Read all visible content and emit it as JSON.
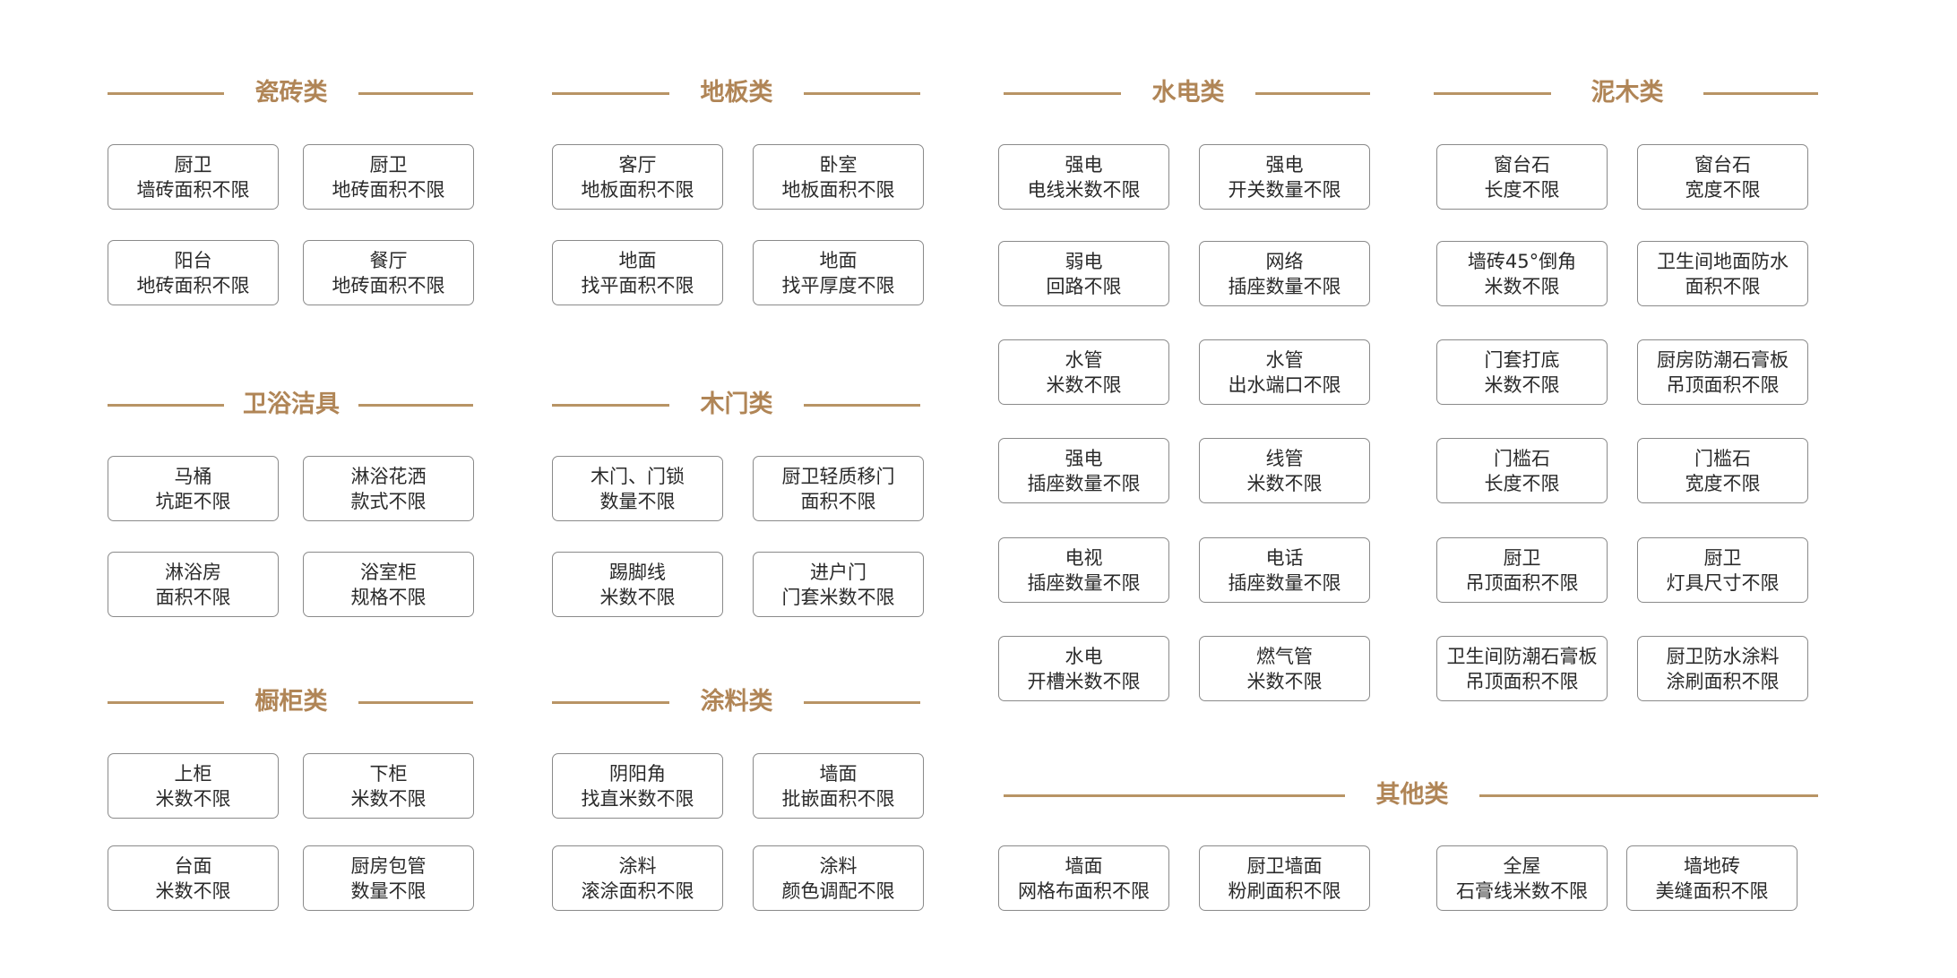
{
  "sections": {
    "tile": {
      "title": "瓷砖类",
      "items": [
        {
          "line1": "厨卫",
          "line2": "墙砖面积不限"
        },
        {
          "line1": "厨卫",
          "line2": "地砖面积不限"
        },
        {
          "line1": "阳台",
          "line2": "地砖面积不限"
        },
        {
          "line1": "餐厅",
          "line2": "地砖面积不限"
        }
      ]
    },
    "floor": {
      "title": "地板类",
      "items": [
        {
          "line1": "客厅",
          "line2": "地板面积不限"
        },
        {
          "line1": "卧室",
          "line2": "地板面积不限"
        },
        {
          "line1": "地面",
          "line2": "找平面积不限"
        },
        {
          "line1": "地面",
          "line2": "找平厚度不限"
        }
      ]
    },
    "plumbing": {
      "title": "水电类",
      "items": [
        {
          "line1": "强电",
          "line2": "电线米数不限"
        },
        {
          "line1": "强电",
          "line2": "开关数量不限"
        },
        {
          "line1": "弱电",
          "line2": "回路不限"
        },
        {
          "line1": "网络",
          "line2": "插座数量不限"
        },
        {
          "line1": "水管",
          "line2": "米数不限"
        },
        {
          "line1": "水管",
          "line2": "出水端口不限"
        },
        {
          "line1": "强电",
          "line2": "插座数量不限"
        },
        {
          "line1": "线管",
          "line2": "米数不限"
        },
        {
          "line1": "电视",
          "line2": "插座数量不限"
        },
        {
          "line1": "电话",
          "line2": "插座数量不限"
        },
        {
          "line1": "水电",
          "line2": "开槽米数不限"
        },
        {
          "line1": "燃气管",
          "line2": "米数不限"
        }
      ]
    },
    "masonry": {
      "title": "泥木类",
      "items": [
        {
          "line1": "窗台石",
          "line2": "长度不限"
        },
        {
          "line1": "窗台石",
          "line2": "宽度不限"
        },
        {
          "line1": "墙砖45°倒角",
          "line2": "米数不限"
        },
        {
          "line1": "卫生间地面防水",
          "line2": "面积不限"
        },
        {
          "line1": "门套打底",
          "line2": "米数不限"
        },
        {
          "line1": "厨房防潮石膏板",
          "line2": "吊顶面积不限"
        },
        {
          "line1": "门槛石",
          "line2": "长度不限"
        },
        {
          "line1": "门槛石",
          "line2": "宽度不限"
        },
        {
          "line1": "厨卫",
          "line2": "吊顶面积不限"
        },
        {
          "line1": "厨卫",
          "line2": "灯具尺寸不限"
        },
        {
          "line1": "卫生间防潮石膏板",
          "line2": "吊顶面积不限"
        },
        {
          "line1": "厨卫防水涂料",
          "line2": "涂刷面积不限"
        }
      ]
    },
    "sanitary": {
      "title": "卫浴洁具",
      "items": [
        {
          "line1": "马桶",
          "line2": "坑距不限"
        },
        {
          "line1": "淋浴花洒",
          "line2": "款式不限"
        },
        {
          "line1": "淋浴房",
          "line2": "面积不限"
        },
        {
          "line1": "浴室柜",
          "line2": "规格不限"
        }
      ]
    },
    "door": {
      "title": "木门类",
      "items": [
        {
          "line1": "木门、门锁",
          "line2": "数量不限"
        },
        {
          "line1": "厨卫轻质移门",
          "line2": "面积不限"
        },
        {
          "line1": "踢脚线",
          "line2": "米数不限"
        },
        {
          "line1": "进户门",
          "line2": "门套米数不限"
        }
      ]
    },
    "cabinet": {
      "title": "橱柜类",
      "items": [
        {
          "line1": "上柜",
          "line2": "米数不限"
        },
        {
          "line1": "下柜",
          "line2": "米数不限"
        },
        {
          "line1": "台面",
          "line2": "米数不限"
        },
        {
          "line1": "厨房包管",
          "line2": "数量不限"
        }
      ]
    },
    "paint": {
      "title": "涂料类",
      "items": [
        {
          "line1": "阴阳角",
          "line2": "找直米数不限"
        },
        {
          "line1": "墙面",
          "line2": "批嵌面积不限"
        },
        {
          "line1": "涂料",
          "line2": "滚涂面积不限"
        },
        {
          "line1": "涂料",
          "line2": "颜色调配不限"
        }
      ]
    },
    "other": {
      "title": "其他类",
      "items": [
        {
          "line1": "墙面",
          "line2": "网格布面积不限"
        },
        {
          "line1": "厨卫墙面",
          "line2": "粉刷面积不限"
        },
        {
          "line1": "全屋",
          "line2": "石膏线米数不限"
        },
        {
          "line1": "墙地砖",
          "line2": "美缝面积不限"
        }
      ]
    }
  },
  "colors": {
    "accent": "#b08556",
    "line": "#b89465",
    "border": "#8a8a8a"
  }
}
